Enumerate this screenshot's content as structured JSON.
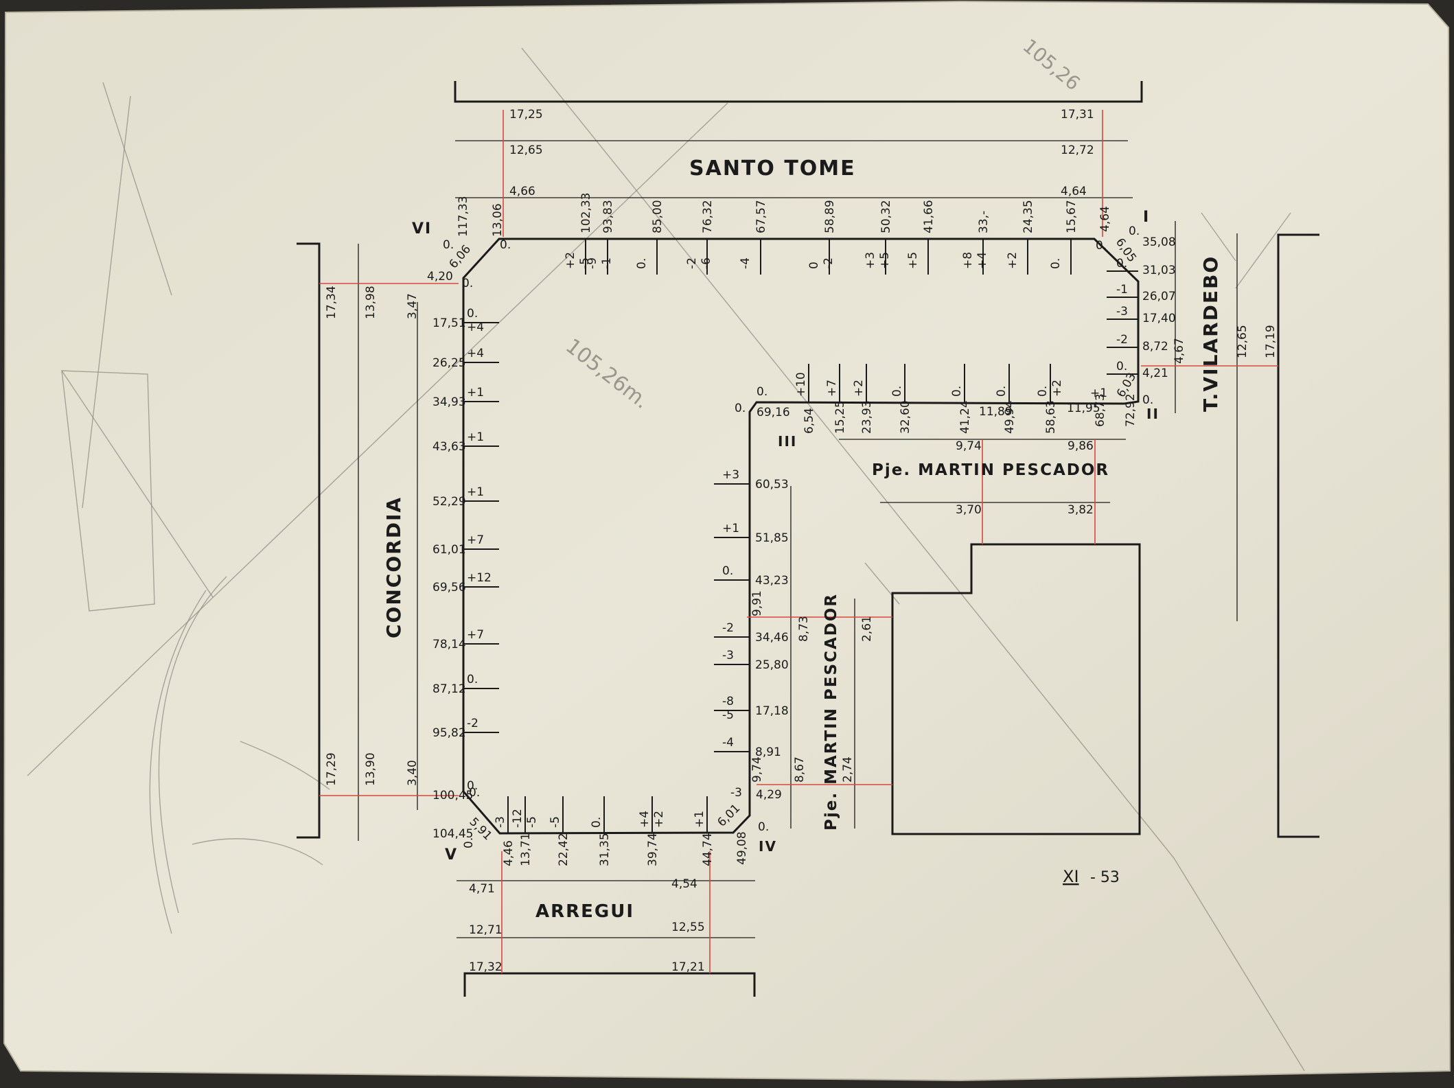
{
  "streets": {
    "north": "SANTO TOME",
    "west": "CONCORDIA",
    "south": "ARREGUI",
    "east": "T.VILARDEBO",
    "passage_top": "Pje. MARTIN PESCADOR",
    "passage_side": "Pje. MARTIN PESCADOR"
  },
  "vertices": {
    "I": "I",
    "II": "II",
    "III": "III",
    "IV": "IV",
    "V": "V",
    "VI": "VI"
  },
  "sheet_code": "XI",
  "sheet_code_suffix": "- 53",
  "pencil_note": "105,26m.",
  "pencil_note_corner": "105,26",
  "north_dims": {
    "l1": "17,25",
    "r1": "17,31",
    "l2": "12,65",
    "r2": "12,72",
    "l3": "4,66",
    "r3": "4,64"
  },
  "south_dims": {
    "l1": "4,71",
    "r1": "4,54",
    "l2": "12,71",
    "r2": "12,55",
    "l3": "17,32",
    "r3": "17,21"
  },
  "west_dims": {
    "t1": "17,34",
    "t2": "13,98",
    "t3": "3,47",
    "b1": "17,29",
    "b2": "13,90",
    "b3": "3,40"
  },
  "east_dims": {
    "e1": "4,67",
    "e2": "12,65",
    "e3": "17,19"
  },
  "passage_dims": {
    "a": "9,74",
    "b": "9,86",
    "c": "3,70",
    "d": "3,82",
    "e": "8,73",
    "f": "2,61",
    "g": "8,67",
    "h": "2,74"
  },
  "corner_marks": {
    "vi_chamfer": "6,06",
    "vi_left": "117,33",
    "vi_top": "13,06",
    "vi_zero_a": "0.",
    "vi_zero_b": "0.",
    "vi_zero_c": "0.",
    "vi_corner": "4,20",
    "i_top": "4,64",
    "i_chamfer": "6,05",
    "i_zero_a": "0.",
    "i_zero_b": "0.",
    "i_right": "35,08",
    "ii_chamfer": "6,03",
    "ii_zero": "0.",
    "ii_bottom": "72,92",
    "ii_left": "68,73",
    "ii_offset": "+1",
    "iii_top": "69,16",
    "iii_zero": "0.",
    "iii_zero_b": "0.",
    "iv_chamfer": "6,01",
    "iv_corner": "49,08",
    "iv_zero": "0.",
    "iv_side": "4,29",
    "iv_offset": "-3",
    "v_chamfer": "5,91",
    "v_corner": "104,45",
    "v_zero_a": "0.",
    "v_zero_b": "0."
  },
  "north_stations": [
    {
      "d": "102,33",
      "o": [
        "+2",
        "-5"
      ]
    },
    {
      "d": "93,83",
      "o": [
        "-9",
        "-1"
      ]
    },
    {
      "d": "85,00",
      "o": [
        "0."
      ]
    },
    {
      "d": "76,32",
      "o": [
        "-2",
        "-6"
      ]
    },
    {
      "d": "67,57",
      "o": [
        "-4"
      ]
    },
    {
      "d": "58,89",
      "o": [
        "0",
        "-2"
      ]
    },
    {
      "d": "50,32",
      "o": [
        "+3",
        "+5"
      ]
    },
    {
      "d": "41,66",
      "o": [
        "+5"
      ]
    },
    {
      "d": "33,-",
      "o": [
        "+8",
        "+4"
      ]
    },
    {
      "d": "24,35",
      "o": [
        "+2"
      ]
    },
    {
      "d": "15,67",
      "o": [
        "0."
      ]
    }
  ],
  "west_stations": [
    {
      "d": "17,51",
      "o": [
        "0.",
        "+4"
      ]
    },
    {
      "d": "26,25",
      "o": [
        "+4"
      ]
    },
    {
      "d": "34,93",
      "o": [
        "+1"
      ]
    },
    {
      "d": "43,63",
      "o": [
        "+1"
      ]
    },
    {
      "d": "52,29",
      "o": [
        "+1"
      ]
    },
    {
      "d": "61,01",
      "o": [
        "+7"
      ]
    },
    {
      "d": "69,56",
      "o": [
        "+12"
      ]
    },
    {
      "d": "78,14",
      "o": [
        "+7"
      ]
    },
    {
      "d": "87,12",
      "o": [
        "0."
      ]
    },
    {
      "d": "95,82",
      "o": [
        "-2"
      ]
    },
    {
      "d": "100,45",
      "o": [
        "0."
      ]
    }
  ],
  "south_stations": [
    {
      "d": "4,46",
      "o": [
        "-3"
      ]
    },
    {
      "d": "13,71",
      "o": [
        "-12",
        "-5"
      ]
    },
    {
      "d": "22,42",
      "o": [
        "-5"
      ]
    },
    {
      "d": "31,35",
      "o": [
        "0."
      ]
    },
    {
      "d": "39,74",
      "o": [
        "+4",
        "+2"
      ]
    },
    {
      "d": "44,74",
      "o": [
        "+1"
      ]
    }
  ],
  "east_stations": [
    {
      "d": "31,03",
      "o": [
        "0."
      ]
    },
    {
      "d": "26,07",
      "o": [
        "-1"
      ]
    },
    {
      "d": "17,40",
      "o": [
        "-3"
      ]
    },
    {
      "d": "8,72",
      "o": [
        "-2"
      ]
    },
    {
      "d": "4,21",
      "o": [
        "0."
      ]
    }
  ],
  "inner_v_stations": [
    {
      "d": "60,53",
      "o": [
        "+3"
      ]
    },
    {
      "d": "51,85",
      "o": [
        "+1"
      ]
    },
    {
      "d": "43,23",
      "o": [
        "0."
      ]
    },
    {
      "d": "34,46",
      "o": [
        "-2"
      ]
    },
    {
      "d": "25,80",
      "o": [
        "-3"
      ]
    },
    {
      "d": "17,18",
      "o": [
        "-8",
        "-5"
      ]
    },
    {
      "d": "8,91",
      "o": [
        "-4"
      ]
    }
  ],
  "inner_v_extra": {
    "a": "9,91",
    "b": "9,74"
  },
  "inner_h_stations": [
    {
      "d": "6,54",
      "o": [
        "+10"
      ]
    },
    {
      "d": "15,25",
      "o": [
        "+7"
      ]
    },
    {
      "d": "23,93",
      "o": [
        "+2"
      ]
    },
    {
      "d": "32,60",
      "o": [
        "0."
      ]
    },
    {
      "d": "41,24",
      "o": [
        "0."
      ]
    },
    {
      "d": "49,94",
      "o": [
        "0."
      ]
    },
    {
      "d": "58,63",
      "o": [
        "0.",
        "+2"
      ]
    }
  ],
  "inner_h_extra": {
    "a": "11,89",
    "b": "11,95"
  }
}
